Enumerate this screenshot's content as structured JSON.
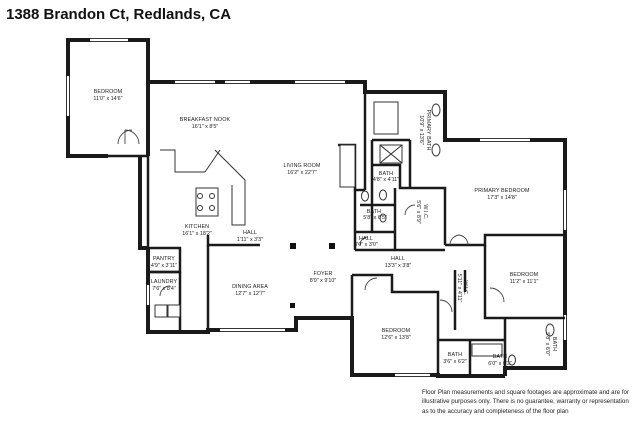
{
  "title": "1388 Brandon Ct, Redlands, CA",
  "rooms": {
    "bedroom_top_left": {
      "name": "BEDROOM",
      "dim": "11'0\" x 14'6\""
    },
    "breakfast_nook": {
      "name": "BREAKFAST NOOK",
      "dim": "16'1\" x 8'5\""
    },
    "living_room": {
      "name": "LIVING ROOM",
      "dim": "16'2\" x 22'7\""
    },
    "primary_bath": {
      "name": "PRIMARY BATH",
      "dim": "10'9\" x 13'6\""
    },
    "bath_4": {
      "name": "BATH",
      "dim": "4'8\" x 4'11\""
    },
    "primary_bedroom": {
      "name": "PRIMARY BEDROOM",
      "dim": "17'3\" x 14'8\""
    },
    "wic": {
      "name": "W.I.C.",
      "dim": "5'6\" x 8'9\""
    },
    "bath_5": {
      "name": "BATH",
      "dim": "5'8\" x 6'5\""
    },
    "hall_small": {
      "name": "HALL",
      "dim": "3'0\" x 3'0\""
    },
    "kitchen": {
      "name": "KITCHEN",
      "dim": "16'1\" x 18'2\""
    },
    "hall_kitchen": {
      "name": "HALL",
      "dim": "1'11\" x 3'3\""
    },
    "pantry": {
      "name": "PANTRY",
      "dim": "4'9\" x 3'11\""
    },
    "laundry": {
      "name": "LAUNDRY",
      "dim": "7'6\" x 8'4\""
    },
    "dining_area": {
      "name": "DINING AREA",
      "dim": "12'7\" x 12'7\""
    },
    "foyer": {
      "name": "FOYER",
      "dim": "8'9\" x 9'10\""
    },
    "hall_main": {
      "name": "HALL",
      "dim": "13'3\" x 3'8\""
    },
    "wic_vertical": {
      "name": "W.I.C.",
      "dim": "5'11\" x 4'11\""
    },
    "bedroom_right": {
      "name": "BEDROOM",
      "dim": "11'2\" x 11'1\""
    },
    "bath_right": {
      "name": "BATH",
      "dim": "5'8\" x 6'0\""
    },
    "bedroom_bottom": {
      "name": "BEDROOM",
      "dim": "12'6\" x 13'8\""
    },
    "bath_bottom_a": {
      "name": "BATH",
      "dim": "3'6\" x 6'2\""
    },
    "bath_bottom_b": {
      "name": "BATH",
      "dim": "6'0\" x 6'2\""
    }
  },
  "disclaimer": "Floor Plan measurements and square footages are approximate and are for illustrative purposes only. There is no guarantee, warranty or representation as to the accuracy and completeness of the floor plan"
}
